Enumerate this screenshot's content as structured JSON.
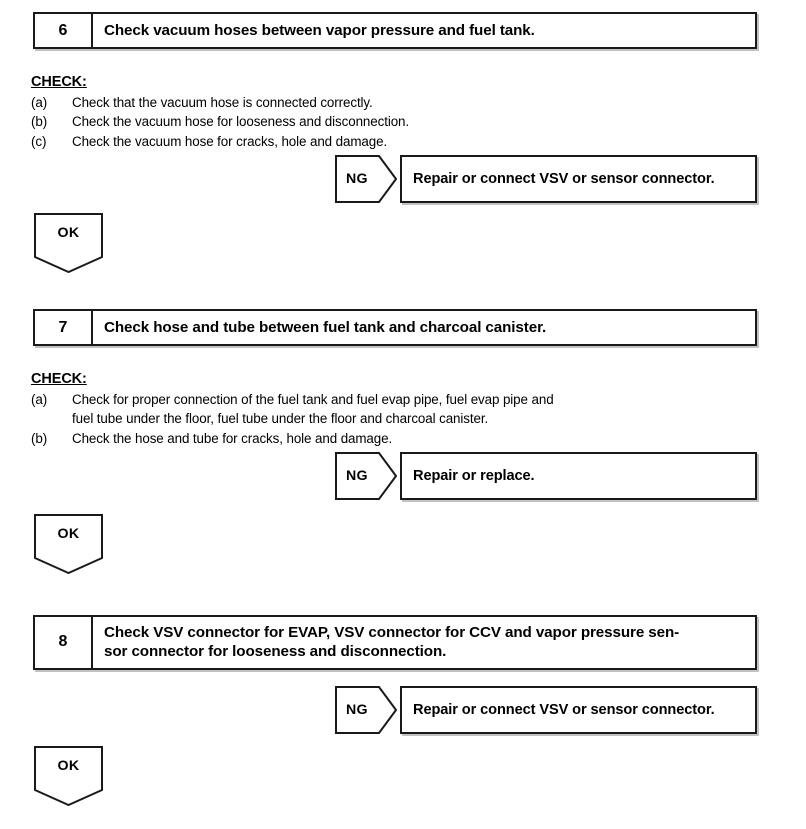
{
  "document": {
    "type": "troubleshooting-flowchart",
    "check_heading": "CHECK:",
    "ng_label": "NG",
    "ok_label": "OK"
  },
  "steps": [
    {
      "number": "6",
      "title": "Check vacuum hoses between vapor pressure and fuel tank.",
      "check_heading": "CHECK:",
      "items": [
        {
          "marker": "(a)",
          "text": "Check that the vacuum hose is connected correctly."
        },
        {
          "marker": "(b)",
          "text": "Check the vacuum hose for looseness and disconnection."
        },
        {
          "marker": "(c)",
          "text": "Check the vacuum hose for cracks, hole and damage."
        }
      ],
      "ng": {
        "label": "NG",
        "result": "Repair or connect VSV or sensor connector."
      },
      "ok": {
        "label": "OK"
      }
    },
    {
      "number": "7",
      "title": "Check hose and tube between fuel tank and charcoal canister.",
      "check_heading": "CHECK:",
      "items": [
        {
          "marker": "(a)",
          "text": "Check for proper connection of the fuel tank and fuel evap pipe, fuel evap pipe and",
          "text_line2": "fuel tube under the floor, fuel tube under the floor and charcoal canister."
        },
        {
          "marker": "(b)",
          "text": "Check the hose and tube for cracks, hole and damage."
        }
      ],
      "ng": {
        "label": "NG",
        "result": "Repair or replace."
      },
      "ok": {
        "label": "OK"
      }
    },
    {
      "number": "8",
      "title_line1": "Check VSV connector for EVAP, VSV connector for CCV and vapor pressure sen-",
      "title_line2": "sor connector for looseness and disconnection.",
      "ng": {
        "label": "NG",
        "result": "Repair or connect VSV or sensor connector."
      },
      "ok": {
        "label": "OK"
      }
    }
  ],
  "colors": {
    "ink": "#1a1a1a",
    "background": "#ffffff",
    "shadow": "rgba(120,120,120,0.45)"
  }
}
